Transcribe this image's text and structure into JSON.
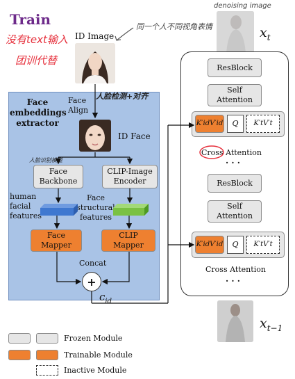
{
  "header": {
    "train_label": "Train",
    "note_no_text": "没有text输入",
    "note_group_training": "团训代替",
    "note_top_right": "同一个人不同视角表情",
    "denoising_image_label": "denoising image",
    "note_face_detect_align": "人脸检测+对齐",
    "note_face_detect_small": "人脸识别模型"
  },
  "left": {
    "id_image_label": "ID Image",
    "extractor_title": "Face\nembeddings\nextractor",
    "face_align_label": "Face\nAlign",
    "id_face_label": "ID Face",
    "face_backbone_label": "Face\nBackbone",
    "clip_encoder_label": "CLIP-Image\nEncoder",
    "human_facial_features_label": "human\nfacial\nfeatures",
    "face_structural_features_label": "Face\nstructural\nfeatures",
    "face_mapper_label": "Face\nMapper",
    "clip_mapper_label": "CLIP\nMapper",
    "concat_label": "Concat",
    "plus_symbol": "+",
    "c_id_label": "c",
    "c_id_sub": "id"
  },
  "right": {
    "x_t_label": "x",
    "x_t_sub": "t",
    "x_t1_label": "x",
    "x_t1_sub": "t−1",
    "resblock_1": "ResBlock",
    "self_attention_1": "Self\nAttention",
    "kv_id_1": "K′idV′id",
    "q_1": "Q",
    "kv_t_1": "K′tV′t",
    "cross_attention_1": "Cross Attention",
    "ellipsis_1": "· · ·",
    "resblock_2": "ResBlock",
    "self_attention_2": "Self\nAttention",
    "kv_id_2": "K′idV′id",
    "q_2": "Q",
    "kv_t_2": "K′tV′t",
    "cross_attention_2": "Cross Attention",
    "ellipsis_2": "· · ·"
  },
  "legend": {
    "frozen": "Frozen Module",
    "trainable": "Trainable Module",
    "inactive": "Inactive Module"
  },
  "colors": {
    "extractor_bg": "#a9c3e6",
    "orange": "#ee8030",
    "gray": "#e6e6e6",
    "blue_feature": "#3f78d0",
    "green_feature": "#7ac143",
    "handwriting_red": "#e6303c",
    "title_purple": "#6d2a8a"
  }
}
